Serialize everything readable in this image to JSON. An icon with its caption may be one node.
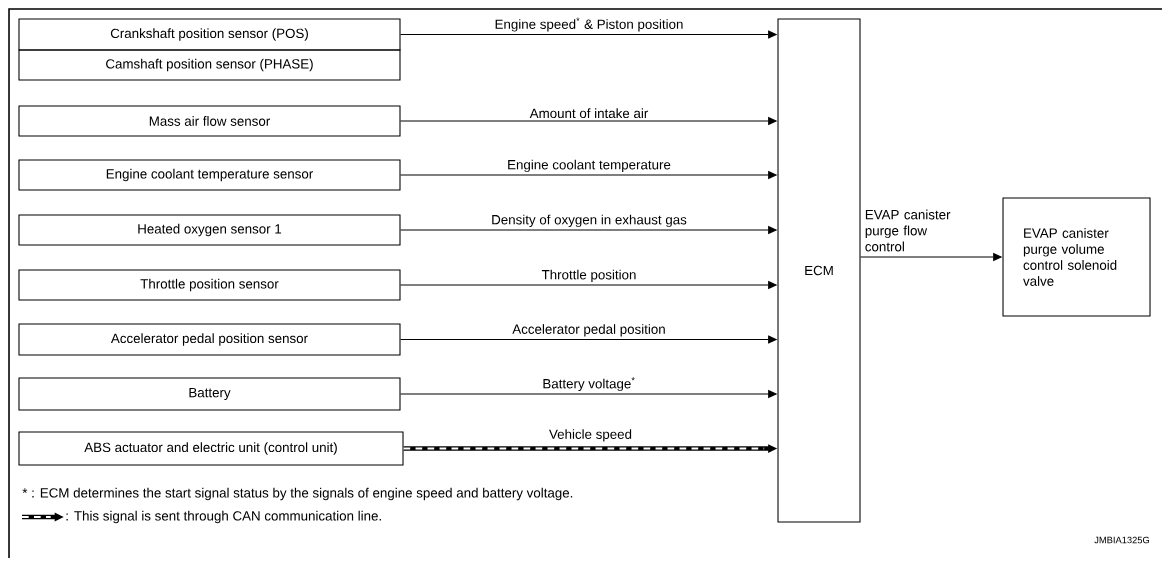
{
  "diagram": {
    "nodes": [
      {
        "text": [
          "Crankshaft position sensor (POS)"
        ]
      },
      {
        "text": [
          "Camshaft position sensor (PHASE)"
        ]
      },
      {
        "text": [
          "Mass air flow sensor"
        ]
      },
      {
        "text": [
          "Engine coolant temperature sensor"
        ]
      },
      {
        "text": [
          "Heated oxygen sensor 1"
        ]
      },
      {
        "text": [
          "Throttle position sensor"
        ]
      },
      {
        "text": [
          "Accelerator pedal position sensor"
        ]
      },
      {
        "text": [
          "Battery"
        ]
      },
      {
        "text": [
          "ABS actuator and electric unit (control unit)"
        ]
      },
      {
        "text": [
          "ECM"
        ]
      },
      {
        "text": [
          "EVAP canister purge volume control solenoid valve"
        ]
      }
    ],
    "edges": [
      {
        "from": 0,
        "to": 9,
        "arrow": "to",
        "label": "Engine speed$^{*}$ & Piston position"
      },
      {
        "from": 2,
        "to": 9,
        "arrow": "to",
        "label": "Amount of intake air"
      },
      {
        "from": 3,
        "to": 9,
        "arrow": "to",
        "label": "Engine coolant temperature"
      },
      {
        "from": 4,
        "to": 9,
        "arrow": "to",
        "label": "Density of oxygen in exhaust gas"
      },
      {
        "from": 5,
        "to": 9,
        "arrow": "to",
        "label": "Throttle position"
      },
      {
        "from": 6,
        "to": 9,
        "arrow": "to",
        "label": "Accelerator pedal position"
      },
      {
        "from": 7,
        "to": 9,
        "arrow": "to",
        "label": "Battery voltage$^{*}$"
      },
      {
        "from": 8,
        "to": 9,
        "arrow": "to",
        "label": "Vehicle speed",
        "style": "thick"
      },
      {
        "from": 9,
        "to": 10,
        "arrow": "to",
        "label": "EVAP canister purge flow control"
      }
    ],
    "labels": [
      "* : ECM determines the start signal status by the signals of engine speed and battery voltage.",
      "JMBIA1325G"
    ],
    "legend": [
      {
        "text": ": This signal is sent through CAN communication line."
      }
    ]
  }
}
